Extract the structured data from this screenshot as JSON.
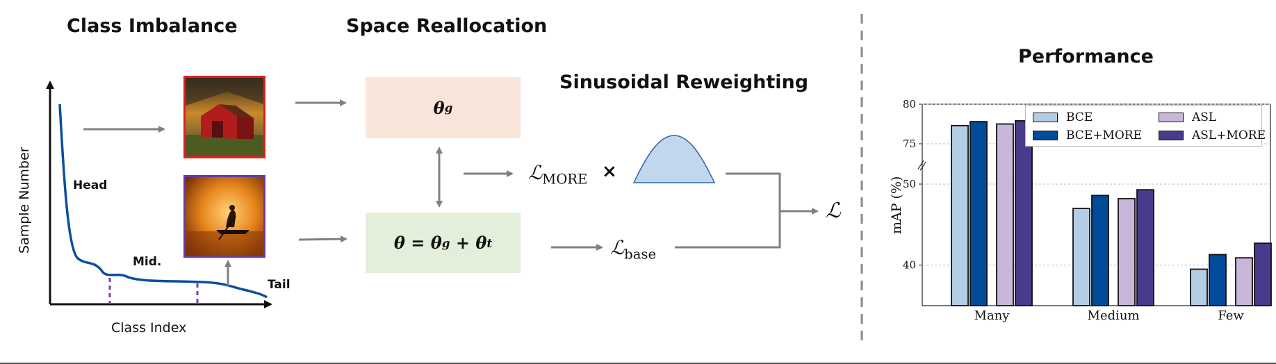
{
  "titles": {
    "class_imbalance": "Class Imbalance",
    "space_reallocation": "Space Reallocation",
    "sinusoidal_reweighting": "Sinusoidal Reweighting",
    "performance": "Performance"
  },
  "distribution": {
    "y_label": "Sample Number",
    "x_label": "Class Index",
    "head": "Head",
    "mid": "Mid.",
    "tail": "Tail"
  },
  "formulas": {
    "theta": "θ",
    "sup_g": "g",
    "sup_t": "t",
    "eq": " = ",
    "plus": " + ",
    "loss": "ℒ",
    "more_sub": "MORE",
    "base_sub": "base",
    "times": "×"
  },
  "colors": {
    "red_border": "#e02020",
    "purple_border": "#6a3aa0",
    "theta_g_box": "#f9e5d9",
    "theta_box": "#e3efdb",
    "curve": "#0b4f9e",
    "bump_fill": "#c2d7eb",
    "bump_stroke": "#2d64a8",
    "arrow": "#808080",
    "dash_purple": "#7b3fb5",
    "divider": "#888888"
  },
  "chart_data": {
    "type": "bar",
    "title": "Performance",
    "ylabel": "mAP (%)",
    "xlabel": "",
    "categories": [
      "Many",
      "Medium",
      "Few"
    ],
    "yticks": [
      40,
      50,
      75,
      80
    ],
    "axis_break": true,
    "grid": "horizontal",
    "legend_position": "top-right",
    "series": [
      {
        "name": "BCE",
        "color": "#b4cde6",
        "values": [
          77.3,
          47.0,
          39.5
        ]
      },
      {
        "name": "BCE+MORE",
        "color": "#004b9a",
        "values": [
          77.8,
          48.6,
          41.3
        ]
      },
      {
        "name": "ASL",
        "color": "#c8b7d8",
        "values": [
          77.5,
          48.2,
          40.9
        ]
      },
      {
        "name": "ASL+MORE",
        "color": "#4a3a8c",
        "values": [
          77.9,
          49.3,
          42.7
        ]
      }
    ]
  }
}
